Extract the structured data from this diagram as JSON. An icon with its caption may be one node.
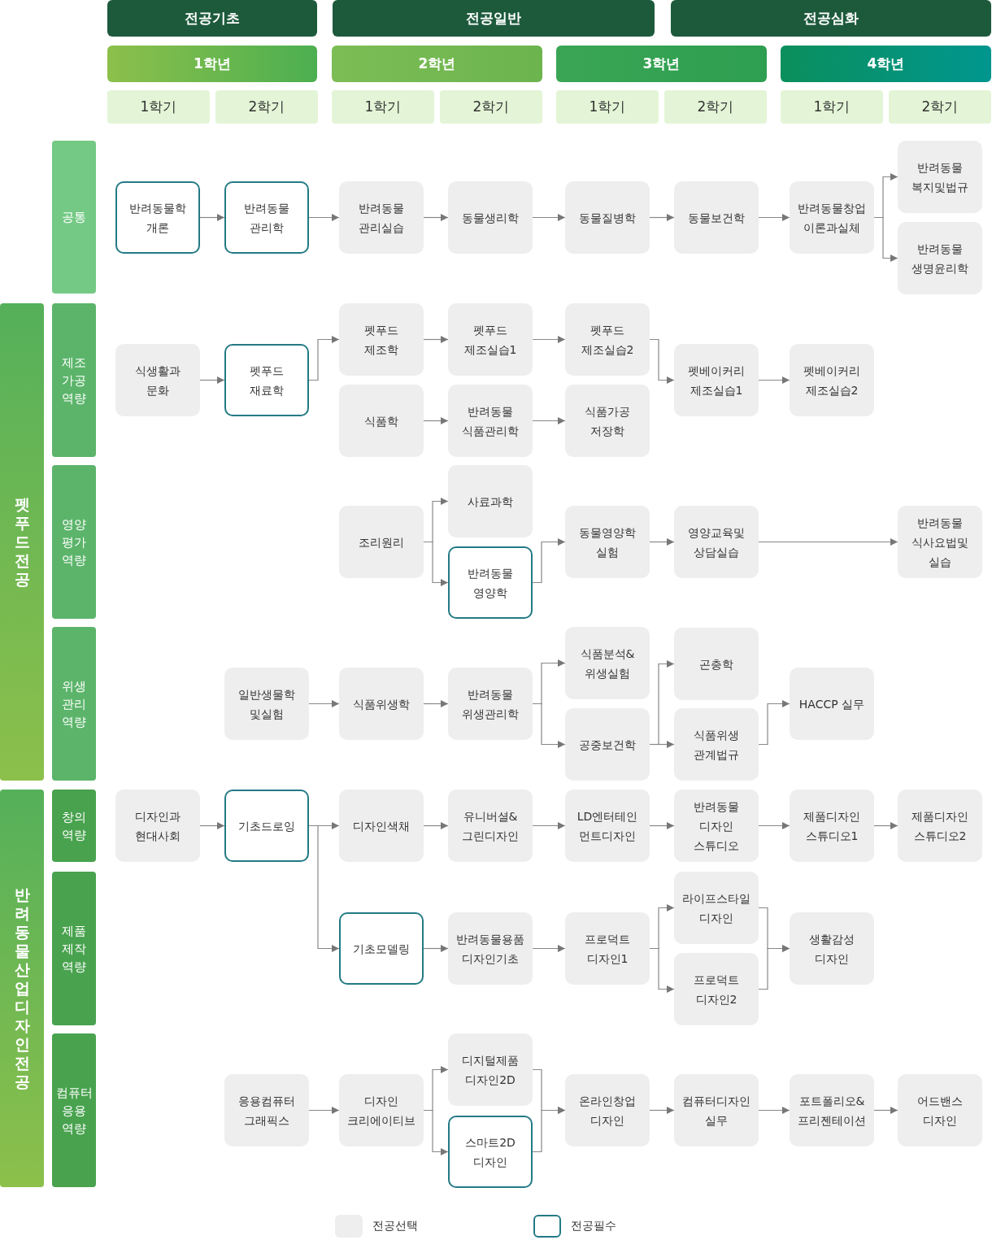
{
  "diagram": {
    "nodes": [
      {
        "text": [
          "전공기초"
        ]
      },
      {
        "text": [
          "전공일반"
        ]
      },
      {
        "text": [
          "전공심화"
        ]
      },
      {
        "text": [
          "1학년"
        ]
      },
      {
        "text": [
          "2학년"
        ]
      },
      {
        "text": [
          "3학년"
        ]
      },
      {
        "text": [
          "4학년"
        ]
      },
      {
        "text": [
          "1학기"
        ]
      },
      {
        "text": [
          "2학기"
        ]
      },
      {
        "text": [
          "1학기"
        ]
      },
      {
        "text": [
          "2학기"
        ]
      },
      {
        "text": [
          "1학기"
        ]
      },
      {
        "text": [
          "2학기"
        ]
      },
      {
        "text": [
          "1학기"
        ]
      },
      {
        "text": [
          "2학기"
        ]
      },
      {
        "text": [
          "펫푸드전공"
        ]
      },
      {
        "text": [
          "반려동물산업디자인전공"
        ]
      },
      {
        "text": [
          "공통"
        ]
      },
      {
        "text": [
          "제조 가공 역량"
        ]
      },
      {
        "text": [
          "영양 평가 역량"
        ]
      },
      {
        "text": [
          "위생 관리 역량"
        ]
      },
      {
        "text": [
          "창의 역량"
        ]
      },
      {
        "text": [
          "제품 제작 역량"
        ]
      },
      {
        "text": [
          "컴퓨터 응용 역량"
        ]
      },
      {
        "text": [
          "반려동물학 개론"
        ]
      },
      {
        "text": [
          "반려동물 관리학"
        ]
      },
      {
        "text": [
          "반려동물 관리실습"
        ]
      },
      {
        "text": [
          "동물생리학"
        ]
      },
      {
        "text": [
          "동물질병학"
        ]
      },
      {
        "text": [
          "동물보건학"
        ]
      },
      {
        "text": [
          "반려동물창업 이론과실체"
        ]
      },
      {
        "text": [
          "반려동물 복지및법규"
        ]
      },
      {
        "text": [
          "반려동물 생명윤리학"
        ]
      },
      {
        "text": [
          "식생활과 문화"
        ]
      },
      {
        "text": [
          "펫푸드 재료학"
        ]
      },
      {
        "text": [
          "펫푸드 제조학"
        ]
      },
      {
        "text": [
          "식품학"
        ]
      },
      {
        "text": [
          "펫푸드 제조실습1"
        ]
      },
      {
        "text": [
          "반려동물 식품관리학"
        ]
      },
      {
        "text": [
          "펫푸드 제조실습2"
        ]
      },
      {
        "text": [
          "식품가공 저장학"
        ]
      },
      {
        "text": [
          "펫베이커리 제조실습1"
        ]
      },
      {
        "text": [
          "펫베이커리 제조실습2"
        ]
      },
      {
        "text": [
          "조리원리"
        ]
      },
      {
        "text": [
          "사료과학"
        ]
      },
      {
        "text": [
          "반려동물 영양학"
        ]
      },
      {
        "text": [
          "동물영양학 실험"
        ]
      },
      {
        "text": [
          "영양교육및 상담실습"
        ]
      },
      {
        "text": [
          "반려동물 식사요법및 실습"
        ]
      },
      {
        "text": [
          "일반생물학 및실험"
        ]
      },
      {
        "text": [
          "식품위생학"
        ]
      },
      {
        "text": [
          "반려동물 위생관리학"
        ]
      },
      {
        "text": [
          "식품분석& 위생실험"
        ]
      },
      {
        "text": [
          "공중보건학"
        ]
      },
      {
        "text": [
          "곤충학"
        ]
      },
      {
        "text": [
          "식품위생 관계법규"
        ]
      },
      {
        "text": [
          "HACCP 실무"
        ]
      },
      {
        "text": [
          "디자인과 현대사회"
        ]
      },
      {
        "text": [
          "기초드로잉"
        ]
      },
      {
        "text": [
          "디자인색채"
        ]
      },
      {
        "text": [
          "유니버셜& 그린디자인"
        ]
      },
      {
        "text": [
          "LD엔터테인 먼트디자인"
        ]
      },
      {
        "text": [
          "반려동물 디자인 스튜디오"
        ]
      },
      {
        "text": [
          "제품디자인 스튜디오1"
        ]
      },
      {
        "text": [
          "제품디자인 스튜디오2"
        ]
      },
      {
        "text": [
          "기초모델링"
        ]
      },
      {
        "text": [
          "반려동물용품 디자인기초"
        ]
      },
      {
        "text": [
          "프로덕트 디자인1"
        ]
      },
      {
        "text": [
          "라이프스타일 디자인"
        ]
      },
      {
        "text": [
          "프로덕트 디자인2"
        ]
      },
      {
        "text": [
          "생활감성 디자인"
        ]
      },
      {
        "text": [
          "응용컴퓨터 그래픽스"
        ]
      },
      {
        "text": [
          "디자인 크리에이티브"
        ]
      },
      {
        "text": [
          "디지털제품 디자인2D"
        ]
      },
      {
        "text": [
          "스마트2D 디자인"
        ]
      },
      {
        "text": [
          "온라인창업 디자인"
        ]
      },
      {
        "text": [
          "컴퓨터디자인 실무"
        ]
      },
      {
        "text": [
          "포트폴리오& 프리젠테이션"
        ]
      },
      {
        "text": [
          "어드밴스 디자인"
        ]
      }
    ],
    "edges": [
      {
        "from": 24,
        "to": 25,
        "arrow": "to"
      },
      {
        "from": 25,
        "to": 26,
        "arrow": "to"
      },
      {
        "from": 26,
        "to": 27,
        "arrow": "to"
      },
      {
        "from": 27,
        "to": 28,
        "arrow": "to"
      },
      {
        "from": 28,
        "to": 29,
        "arrow": "to"
      },
      {
        "from": 29,
        "to": 30,
        "arrow": "to"
      },
      {
        "from": 30,
        "to": 31,
        "arrow": "to"
      },
      {
        "from": 30,
        "to": 32,
        "arrow": "to"
      },
      {
        "from": 33,
        "to": 34,
        "arrow": "to"
      },
      {
        "from": 34,
        "to": 35,
        "arrow": "to"
      },
      {
        "from": 35,
        "to": 37,
        "arrow": "to"
      },
      {
        "from": 37,
        "to": 39,
        "arrow": "to"
      },
      {
        "from": 36,
        "to": 38,
        "arrow": "to"
      },
      {
        "from": 38,
        "to": 40,
        "arrow": "to"
      },
      {
        "from": 39,
        "to": 41,
        "arrow": "to"
      },
      {
        "from": 41,
        "to": 42,
        "arrow": "to"
      },
      {
        "from": 43,
        "to": 44,
        "arrow": "to"
      },
      {
        "from": 43,
        "to": 45,
        "arrow": "to"
      },
      {
        "from": 45,
        "to": 46,
        "arrow": "to"
      },
      {
        "from": 46,
        "to": 47,
        "arrow": "to"
      },
      {
        "from": 47,
        "to": 48,
        "arrow": "to"
      },
      {
        "from": 49,
        "to": 50,
        "arrow": "to"
      },
      {
        "from": 50,
        "to": 51,
        "arrow": "to"
      },
      {
        "from": 51,
        "to": 52,
        "arrow": "to"
      },
      {
        "from": 51,
        "to": 53,
        "arrow": "to"
      },
      {
        "from": 53,
        "to": 54,
        "arrow": "to"
      },
      {
        "from": 53,
        "to": 55,
        "arrow": "to"
      },
      {
        "from": 55,
        "to": 56,
        "arrow": "to"
      },
      {
        "from": 57,
        "to": 58,
        "arrow": "to"
      },
      {
        "from": 58,
        "to": 59,
        "arrow": "to"
      },
      {
        "from": 58,
        "to": 65,
        "arrow": "to"
      },
      {
        "from": 59,
        "to": 60,
        "arrow": "to"
      },
      {
        "from": 60,
        "to": 61,
        "arrow": "to"
      },
      {
        "from": 61,
        "to": 62,
        "arrow": "to"
      },
      {
        "from": 62,
        "to": 63,
        "arrow": "to"
      },
      {
        "from": 63,
        "to": 64,
        "arrow": "to"
      },
      {
        "from": 65,
        "to": 66,
        "arrow": "to"
      },
      {
        "from": 66,
        "to": 67,
        "arrow": "to"
      },
      {
        "from": 67,
        "to": 68,
        "arrow": "to"
      },
      {
        "from": 67,
        "to": 69,
        "arrow": "to"
      },
      {
        "from": 68,
        "to": 70,
        "arrow": "to"
      },
      {
        "from": 69,
        "to": 70,
        "arrow": "to"
      },
      {
        "from": 71,
        "to": 72,
        "arrow": "to"
      },
      {
        "from": 72,
        "to": 73,
        "arrow": "to"
      },
      {
        "from": 72,
        "to": 74,
        "arrow": "to"
      },
      {
        "from": 73,
        "to": 75,
        "arrow": "to"
      },
      {
        "from": 74,
        "to": 75,
        "arrow": "to"
      },
      {
        "from": 75,
        "to": 76,
        "arrow": "to"
      },
      {
        "from": 76,
        "to": 77,
        "arrow": "to"
      },
      {
        "from": 77,
        "to": 78,
        "arrow": "to"
      }
    ],
    "legend": [
      {
        "text": "전공선택",
        "color": "#eeeeee"
      },
      {
        "text": "전공필수"
      }
    ]
  }
}
